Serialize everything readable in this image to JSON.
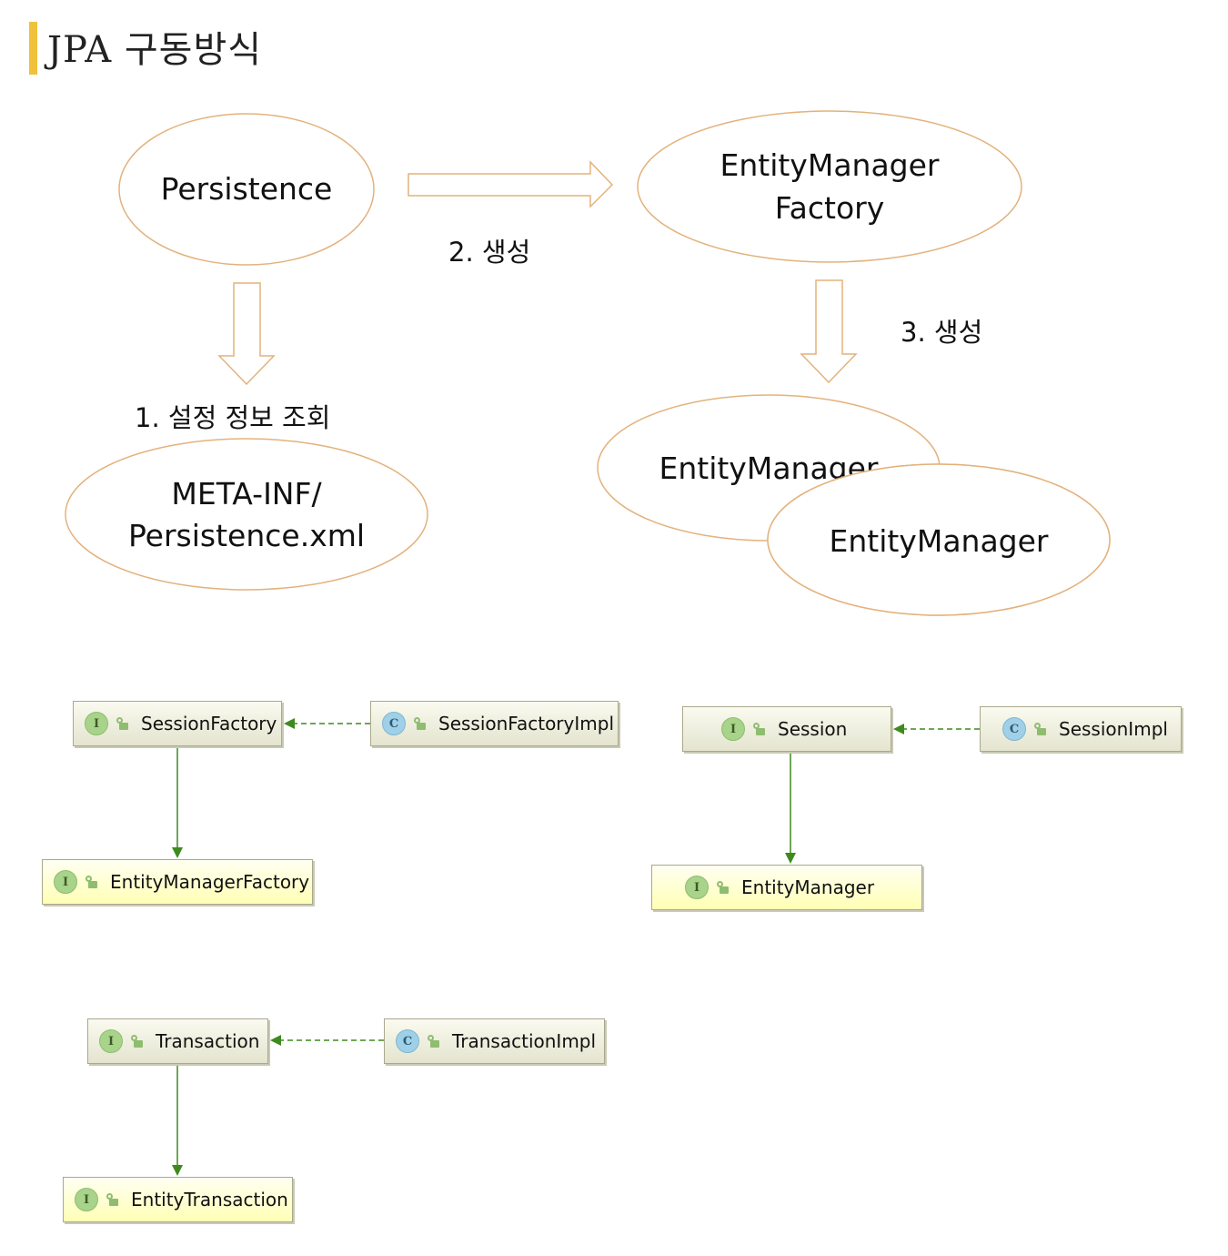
{
  "title": "JPA 구동방식",
  "nodes": {
    "persistence": "Persistence",
    "emf_line1": "EntityManager",
    "emf_line2": "Factory",
    "meta_line1": "META-INF/",
    "meta_line2": "Persistence.xml",
    "em_back": "EntityManager",
    "em_front": "EntityManager"
  },
  "steps": {
    "step1": "1. 설정 정보 조회",
    "step2": "2. 생성",
    "step3": "3. 생성"
  },
  "classes": {
    "session_factory": "SessionFactory",
    "session_factory_impl": "SessionFactoryImpl",
    "entity_manager_factory": "EntityManagerFactory",
    "session": "Session",
    "session_impl": "SessionImpl",
    "entity_manager": "EntityManager",
    "transaction": "Transaction",
    "transaction_impl": "TransactionImpl",
    "entity_transaction": "EntityTransaction"
  },
  "badges": {
    "interface": "I",
    "class": "C"
  },
  "colors": {
    "accent": "#f0c13a",
    "ellipse_stroke": "#e3b27c",
    "arrow_green": "#3e8a1e",
    "interface_badge": "#a8d38a",
    "class_badge": "#9fd0e8"
  }
}
